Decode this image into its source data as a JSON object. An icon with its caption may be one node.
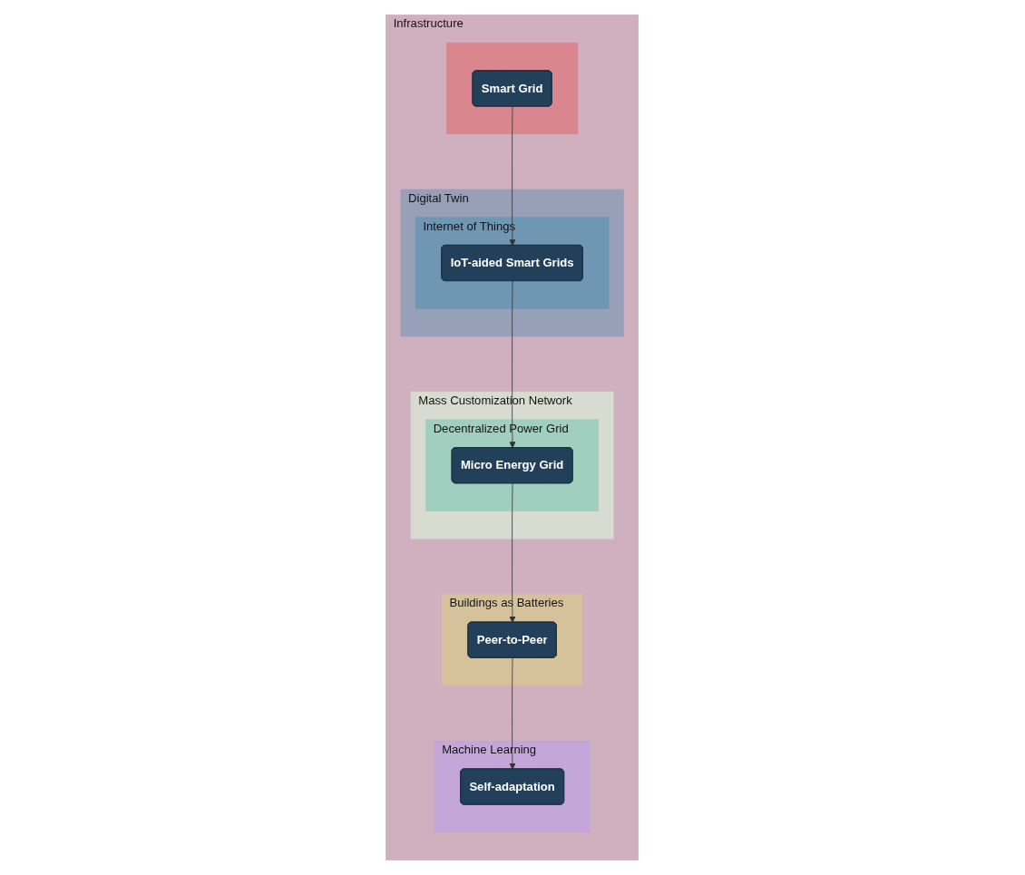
{
  "diagram": {
    "nodes": [
      {
        "text": [
          "Infrastructure"
        ]
      },
      {
        "text": [],
        "shape": "box",
        "in": 0
      },
      {
        "text": [
          "Smart Grid"
        ],
        "in": 1
      },
      {
        "text": [
          "Digital Twin"
        ],
        "in": 0
      },
      {
        "text": [
          "Internet of Things"
        ],
        "in": 3
      },
      {
        "text": [
          "IoT-aided Smart Grids"
        ],
        "in": 4
      },
      {
        "text": [
          "Mass Customization Network"
        ],
        "in": 0
      },
      {
        "text": [
          "Decentralized Power Grid"
        ],
        "in": 6
      },
      {
        "text": [
          "Micro Energy Grid"
        ],
        "in": 7
      },
      {
        "text": [
          "Buildings as Batteries"
        ],
        "in": 0
      },
      {
        "text": [
          "Peer-to-Peer"
        ],
        "in": 9
      },
      {
        "text": [
          "Machine Learning"
        ],
        "in": 0
      },
      {
        "text": [
          "Self-adaptation"
        ],
        "in": 11
      }
    ],
    "edges": [
      {
        "from": 2,
        "to": 5,
        "arrow": "to"
      },
      {
        "from": 5,
        "to": 8,
        "arrow": "to"
      },
      {
        "from": 8,
        "to": 10,
        "arrow": "to"
      },
      {
        "from": 10,
        "to": 12,
        "arrow": "to"
      }
    ]
  }
}
